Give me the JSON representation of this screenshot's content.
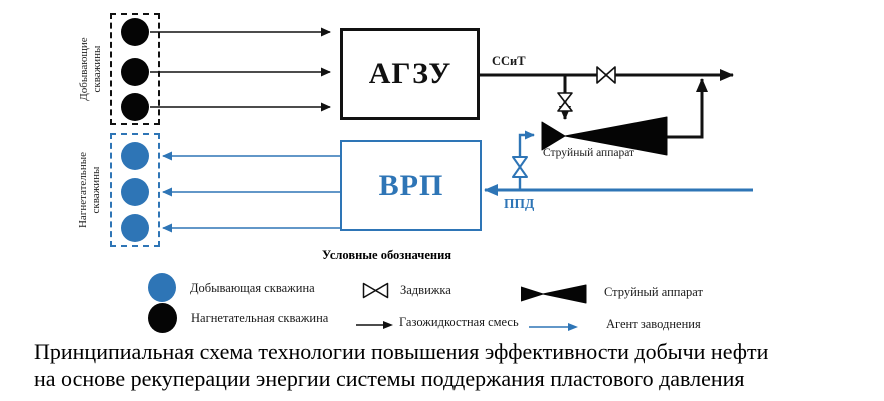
{
  "diagram": {
    "wells": {
      "producing_label": "Добывающие\nскважины",
      "injection_label": "Нагнетательные\nскважины"
    },
    "blocks": {
      "agzu": "АГЗУ",
      "vrp": "ВРП"
    },
    "line_tags": {
      "ssit": "ССиТ",
      "ppd": "ППД"
    },
    "jet_apparatus_label": "Струйный аппарат"
  },
  "legend": {
    "title": "Условные обозначения",
    "items": [
      {
        "symbol": "blue-circle",
        "label": "Добывающая скважина"
      },
      {
        "symbol": "black-circle",
        "label": "Нагнетательная скважина"
      },
      {
        "symbol": "gate-valve",
        "label": "Задвижка"
      },
      {
        "symbol": "black-arrow",
        "label": "Газожидкостная смесь"
      },
      {
        "symbol": "jet-apparatus",
        "label": "Струйный аппарат"
      },
      {
        "symbol": "blue-arrow",
        "label": "Агент заводнения"
      }
    ]
  },
  "caption": {
    "line1": "Принципиальная схема технологии повышения эффективности добычи нефти",
    "line2": "на основе рекуперации энергии системы поддержания пластового давления"
  },
  "colors": {
    "accent_blue": "#2E75B6",
    "line_black": "#000000"
  }
}
